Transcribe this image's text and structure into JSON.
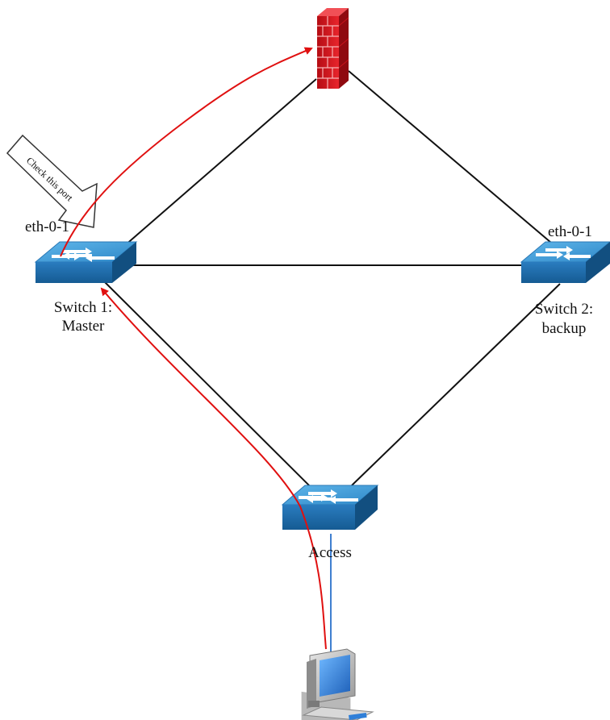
{
  "labels": {
    "check_port": "Check this port",
    "switch1_port": "eth-0-1",
    "switch2_port": "eth-0-1",
    "switch1_line1": "Switch 1:",
    "switch1_line2": "Master",
    "switch2_line1": "Switch 2:",
    "switch2_line2": "backup",
    "access": "Access"
  },
  "colors": {
    "link": "#111111",
    "traffic_path": "#e01010",
    "access_uplink": "#3f7fd0",
    "switch_top": "#3a9ad9",
    "switch_side": "#1d6aa8",
    "firewall": "#d8121a"
  },
  "icons": {
    "firewall": "firewall-icon",
    "switch": "network-switch-icon",
    "workstation": "desktop-computer-icon"
  }
}
